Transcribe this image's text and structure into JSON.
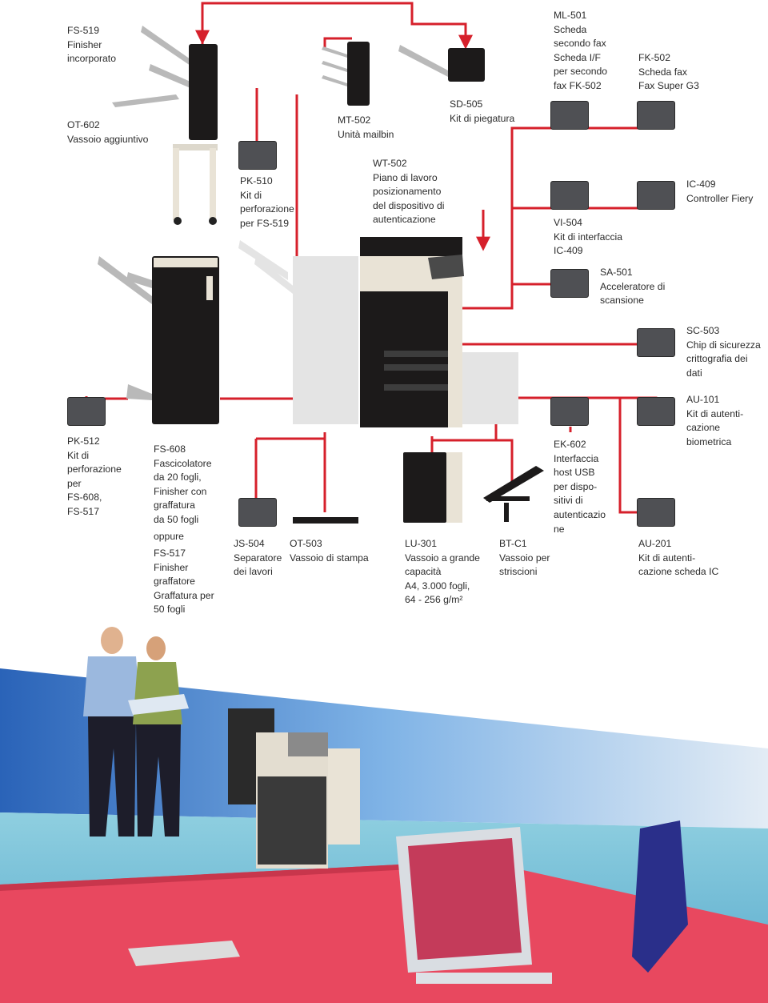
{
  "labels": {
    "fs519": [
      "FS-519",
      "Finisher",
      "incorporato"
    ],
    "ot602": [
      "OT-602",
      "Vassoio aggiuntivo"
    ],
    "mt502": [
      "MT-502",
      "Unità mailbin"
    ],
    "sd505": [
      "SD-505",
      "Kit di piegatura"
    ],
    "ml501": [
      "ML-501",
      "Scheda",
      "secondo fax",
      "Scheda I/F",
      "per secondo",
      "fax FK-502"
    ],
    "fk502": [
      "FK-502",
      "Scheda fax",
      "Fax Super G3"
    ],
    "pk510": [
      "PK-510",
      "Kit di",
      "perforazione",
      "per FS-519"
    ],
    "wt502": [
      "WT-502",
      "Piano di lavoro",
      "posizionamento",
      "del dispositivo di",
      "autenticazione"
    ],
    "ic409": [
      "IC-409",
      "Controller Fiery"
    ],
    "vi504": [
      "VI-504",
      "Kit di interfaccia",
      "IC-409"
    ],
    "sa501": [
      "SA-501",
      "Acceleratore di",
      "scansione"
    ],
    "sc503": [
      "SC-503",
      "Chip di sicurezza",
      "crittografia dei",
      "dati"
    ],
    "au101": [
      "AU-101",
      "Kit di autenti-",
      "cazione",
      "biometrica"
    ],
    "pk512": [
      "PK-512",
      "Kit di",
      "perforazione",
      "per",
      "FS-608,",
      "FS-517"
    ],
    "fs608": [
      "FS-608",
      "Fascicolatore",
      "da 20 fogli,",
      "Finisher con",
      "graffatura",
      "da 50 fogli"
    ],
    "oppure": [
      "oppure"
    ],
    "fs517": [
      "FS-517",
      "Finisher",
      "graffatore",
      "Graffatura per",
      "50 fogli"
    ],
    "ek602": [
      "EK-602",
      "Interfaccia",
      "host USB",
      "per dispo-",
      "sitivi di",
      "autenticazio",
      "ne"
    ],
    "js504": [
      "JS-504",
      "Separatore",
      "dei lavori"
    ],
    "ot503": [
      "OT-503",
      "Vassoio di stampa"
    ],
    "lu301": [
      "LU-301",
      "Vassoio a grande",
      "capacità",
      "A4, 3.000 fogli,",
      "64 - 256 g/m²"
    ],
    "btc1": [
      "BT-C1",
      "Vassoio per",
      "striscioni"
    ],
    "au201": [
      "AU-201",
      "Kit di autenti-",
      "cazione scheda IC"
    ]
  },
  "colors": {
    "connector": "#d6202b",
    "chip": "#4f5054",
    "device_body": "#1c1a1a",
    "device_panel": "#e9e3d6"
  },
  "icons": {
    "photo": "office-scene-photo"
  }
}
